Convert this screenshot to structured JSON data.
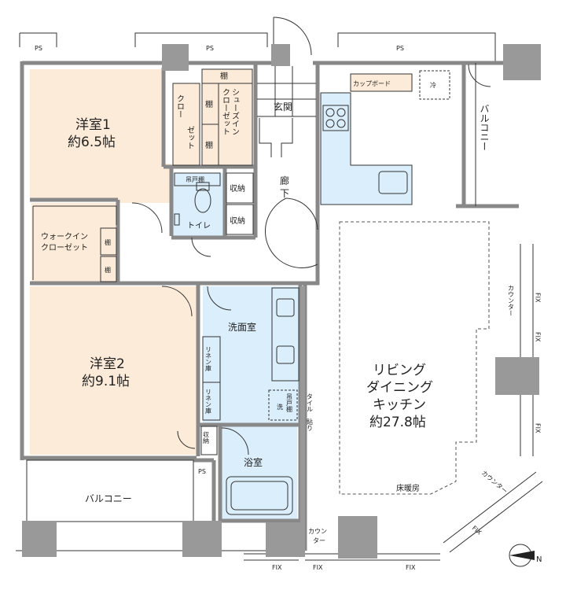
{
  "colors": {
    "room_warm": "#fcebd8",
    "wet_area": "#dbeefb",
    "wall": "#888888",
    "pillar": "#999999",
    "line": "#333333"
  },
  "rooms": {
    "western1": {
      "name": "洋室1",
      "size": "約6.5帖"
    },
    "western2": {
      "name": "洋室2",
      "size": "約9.1帖"
    },
    "ldk": {
      "line1": "リビング",
      "line2": "ダイニング",
      "line3": "キッチン",
      "size": "約27.8帖"
    },
    "entrance": "玄関",
    "hall_1": "廊",
    "hall_2": "下",
    "toilet": "トイレ",
    "washroom": "洗面室",
    "bath": "浴室",
    "balcony_bottom": "バルコニー",
    "balcony_right": "バルコニー",
    "walkin_1": "ウォークイン",
    "walkin_2": "クローゼット"
  },
  "storage": {
    "closet_1": "クロー",
    "closet_2": "ゼット",
    "shoes_1": "シューズイン",
    "shoes_2": "クローゼット",
    "shelf": "棚",
    "storage": "収納",
    "hanging_shelf": "吊戸棚",
    "linen": "リネン庫",
    "washer": "洗",
    "washer_shelf": "吊戸棚",
    "fridge": "冷",
    "cupboard": "カップボード"
  },
  "labels": {
    "ps": "PS",
    "fix": "FIX",
    "counter": "カウンター",
    "counter_1": "カウン",
    "counter_2": "ター",
    "floor_heating": "床暖房",
    "tile_1": "タイル",
    "tile_2": "貼り",
    "north": "N"
  }
}
